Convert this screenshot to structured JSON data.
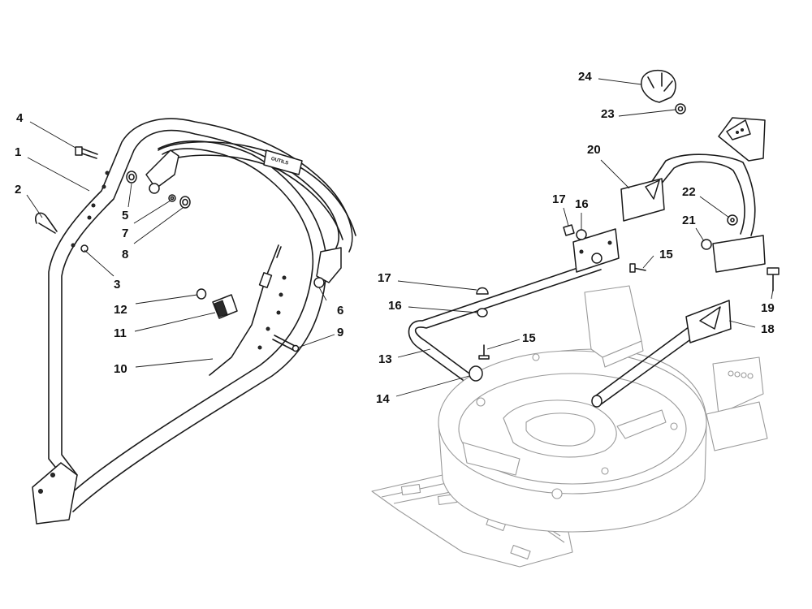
{
  "diagram": {
    "handle_logo_text": "OUTILS",
    "callouts": [
      {
        "id": "c1",
        "label": "1"
      },
      {
        "id": "c2",
        "label": "2"
      },
      {
        "id": "c3",
        "label": "3"
      },
      {
        "id": "c4",
        "label": "4"
      },
      {
        "id": "c5",
        "label": "5"
      },
      {
        "id": "c6",
        "label": "6"
      },
      {
        "id": "c7",
        "label": "7"
      },
      {
        "id": "c8",
        "label": "8"
      },
      {
        "id": "c9",
        "label": "9"
      },
      {
        "id": "c10",
        "label": "10"
      },
      {
        "id": "c11",
        "label": "11"
      },
      {
        "id": "c12",
        "label": "12"
      },
      {
        "id": "c13",
        "label": "13"
      },
      {
        "id": "c14",
        "label": "14"
      },
      {
        "id": "c15a",
        "label": "15"
      },
      {
        "id": "c15b",
        "label": "15"
      },
      {
        "id": "c16a",
        "label": "16"
      },
      {
        "id": "c16b",
        "label": "16"
      },
      {
        "id": "c17a",
        "label": "17"
      },
      {
        "id": "c17b",
        "label": "17"
      },
      {
        "id": "c18",
        "label": "18"
      },
      {
        "id": "c19",
        "label": "19"
      },
      {
        "id": "c20",
        "label": "20"
      },
      {
        "id": "c21",
        "label": "21"
      },
      {
        "id": "c22",
        "label": "22"
      },
      {
        "id": "c23",
        "label": "23"
      },
      {
        "id": "c24",
        "label": "24"
      }
    ]
  }
}
